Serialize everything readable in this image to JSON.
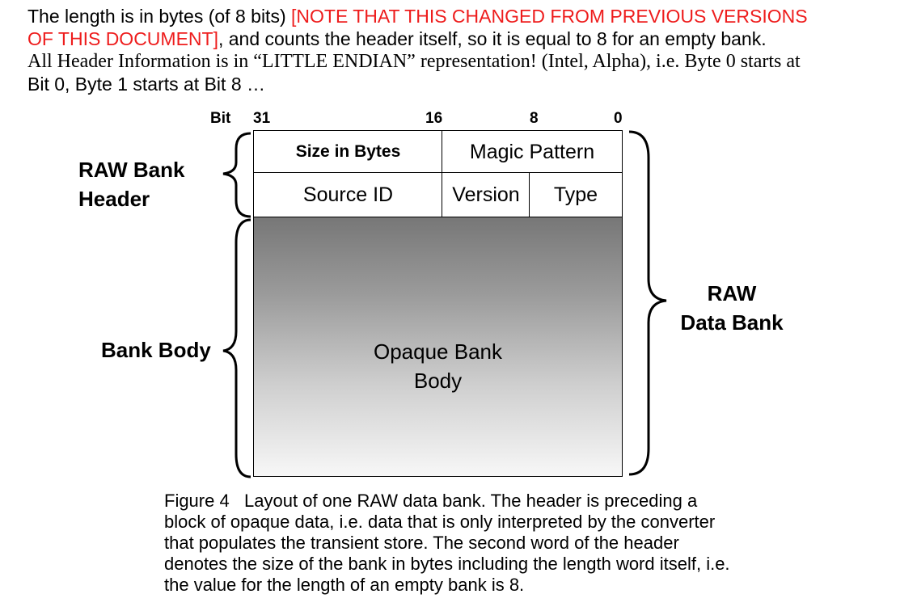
{
  "intro": {
    "line1_start": "The length is in bytes (of 8 bits) ",
    "line1_note": "[NOTE THAT THIS CHANGED FROM PREVIOUS VERSIONS",
    "line2_note": "OF THIS DOCUMENT]",
    "line2_rest": ", and counts the header itself, so it is equal to 8 for an empty bank.",
    "line3": "All Header Information is in “LITTLE ENDIAN” representation! (Intel, Alpha), i.e. Byte 0 starts at",
    "line4": "Bit 0, Byte 1 starts at Bit 8 …"
  },
  "bits": {
    "label": "Bit",
    "b31": "31",
    "b16": "16",
    "b8": "8",
    "b0": "0"
  },
  "header_fields": {
    "size": "Size in Bytes",
    "magic": "Magic Pattern",
    "source": "Source ID",
    "version": "Version",
    "type": "Type"
  },
  "body": {
    "line1": "Opaque Bank",
    "line2": "Body"
  },
  "labels": {
    "raw_bank_header_1": "RAW Bank",
    "raw_bank_header_2": "Header",
    "bank_body": "Bank Body",
    "raw_data_bank_1": "RAW",
    "raw_data_bank_2": "Data Bank"
  },
  "caption": {
    "line1": "Figure 4   Layout of one RAW data bank. The header is preceding a",
    "line2": "block of opaque data, i.e. data that is only interpreted by the converter",
    "line3": "that populates the transient store. The second word of the header",
    "line4": "denotes the size of the bank in bytes including the length word itself, i.e.",
    "line5": "the value for the length of an empty bank is 8."
  }
}
